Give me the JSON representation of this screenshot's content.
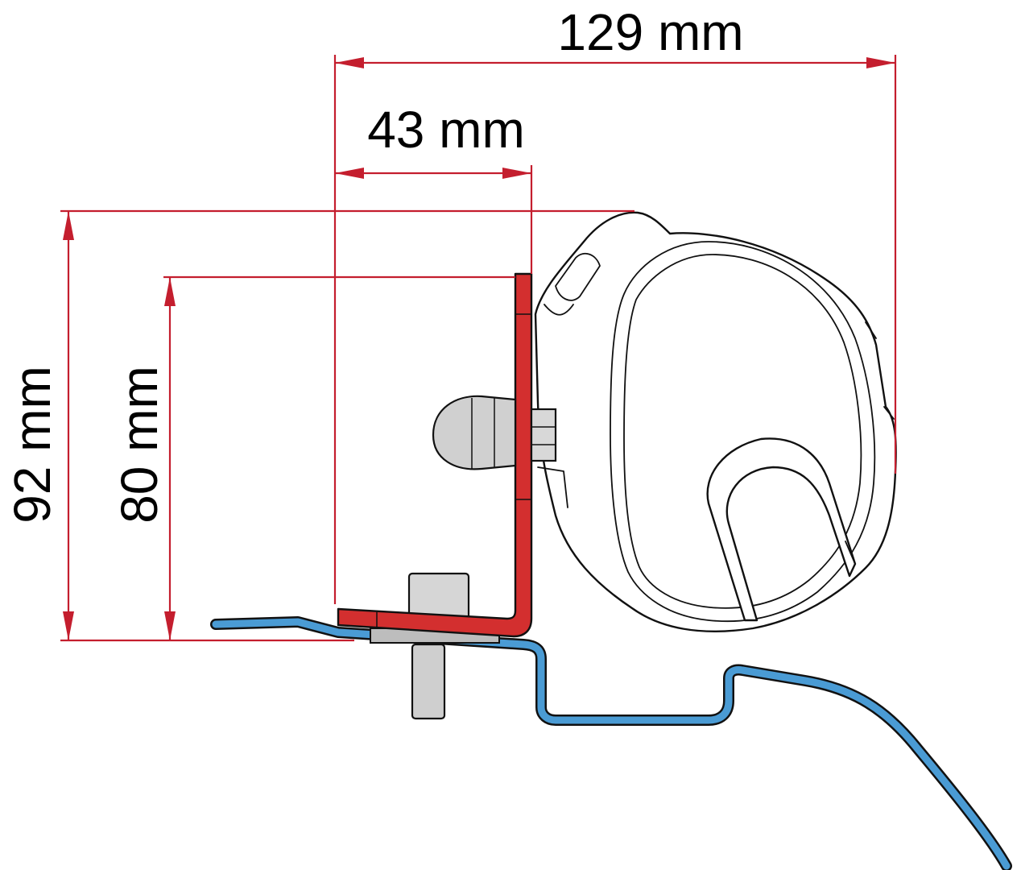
{
  "dimensions": {
    "width_overall": "129 mm",
    "width_bracket": "43 mm",
    "height_overall": "92 mm",
    "height_bracket": "80 mm"
  },
  "colors": {
    "dimension_line": "#c41e2e",
    "bracket": "#d32f2f",
    "roof_profile": "#4a9bd4",
    "bolt_gray": "#cfcfcf",
    "outline": "#111111"
  }
}
